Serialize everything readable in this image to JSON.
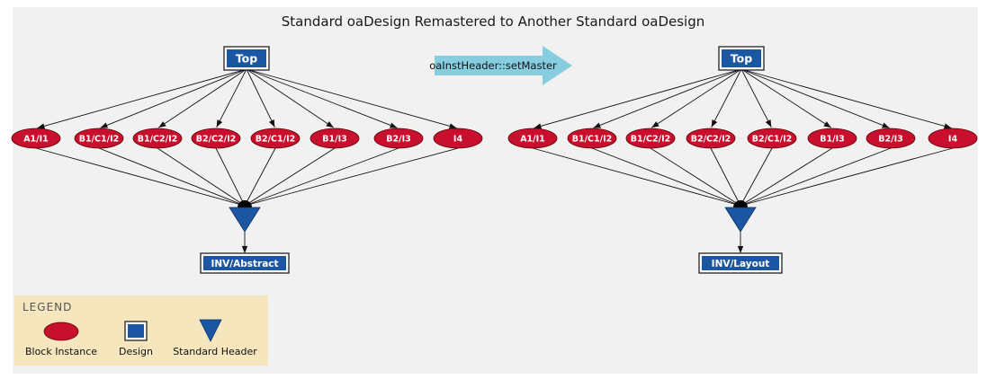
{
  "title": "Standard oaDesign Remastered to Another Standard oaDesign",
  "action_arrow_label": "oaInstHeader::setMaster",
  "colors": {
    "instance": "#c8102e",
    "design": "#1b56a3",
    "header": "#1b56a3",
    "arrow": "#86cde0",
    "legend_bg": "#f6e6bd",
    "panel_bg": "#f1f1f1"
  },
  "left_tree": {
    "top": "Top",
    "instances": [
      "A1/I1",
      "B1/C1/I2",
      "B1/C2/I2",
      "B2/C2/I2",
      "B2/C1/I2",
      "B1/I3",
      "B2/I3",
      "I4"
    ],
    "master": "INV/Abstract"
  },
  "right_tree": {
    "top": "Top",
    "instances": [
      "A1/I1",
      "B1/C1/I2",
      "B1/C2/I2",
      "B2/C2/I2",
      "B2/C1/I2",
      "B1/I3",
      "B2/I3",
      "I4"
    ],
    "master": "INV/Layout"
  },
  "legend": {
    "title": "LEGEND",
    "items": [
      {
        "label": "Block Instance",
        "icon": "ellipse-icon"
      },
      {
        "label": "Design",
        "icon": "square-icon"
      },
      {
        "label": "Standard Header",
        "icon": "triangle-icon"
      }
    ]
  }
}
